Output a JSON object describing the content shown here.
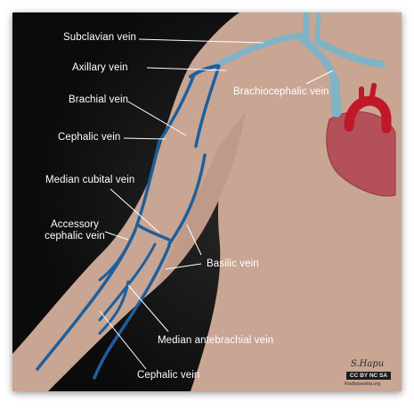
{
  "labels": {
    "subclavian": "Subclavian vein",
    "axillary": "Axillary vein",
    "brachiocephalic": "Brachiocephalic vein",
    "brachial": "Brachial vein",
    "cephalic_upper": "Cephalic vein",
    "median_cubital": "Median cubital vein",
    "accessory_cephalic_line1": "Accessory",
    "accessory_cephalic_line2": "cephalic vein",
    "basilic": "Basilic vein",
    "median_antebrachial": "Median antebrachial vein",
    "cephalic_lower": "Cephalic vein"
  },
  "credit": {
    "signature": "S.Hapu",
    "license": "CC BY NC SA",
    "site": "Radiopaedia.org"
  },
  "colors": {
    "background": "#111111",
    "skin": "#c9a594",
    "vein": "#1e5f9c",
    "central_vein": "#7fb3c6",
    "heart": "#b4505a",
    "aorta": "#c01828",
    "leader_line": "#ffffff"
  }
}
